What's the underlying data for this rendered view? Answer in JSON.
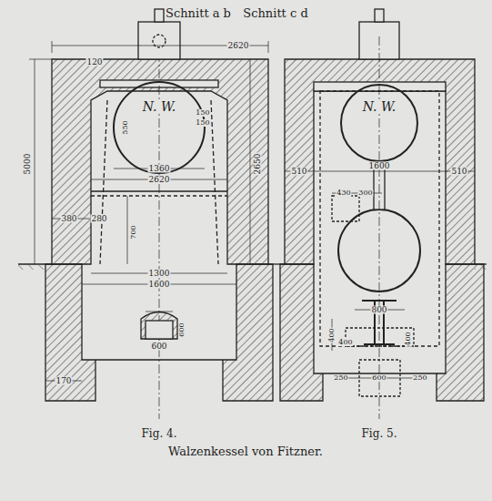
{
  "diagram": {
    "caption": "Walzenkessel von Fitzner.",
    "labels": [
      "Schnitt a b",
      "Schnitt c d",
      "2620",
      "120",
      "N. W.",
      "550",
      "150",
      "150",
      "1360",
      "2620",
      "5000",
      "2650",
      "380",
      "280",
      "700",
      "1300",
      "1600",
      "600",
      "600",
      "170",
      "510",
      "1600",
      "510",
      "N. W.",
      "430",
      "300",
      "800",
      "400",
      "400",
      "400",
      "250",
      "600",
      "250",
      "Fig. 4.",
      "Fig. 5."
    ]
  }
}
